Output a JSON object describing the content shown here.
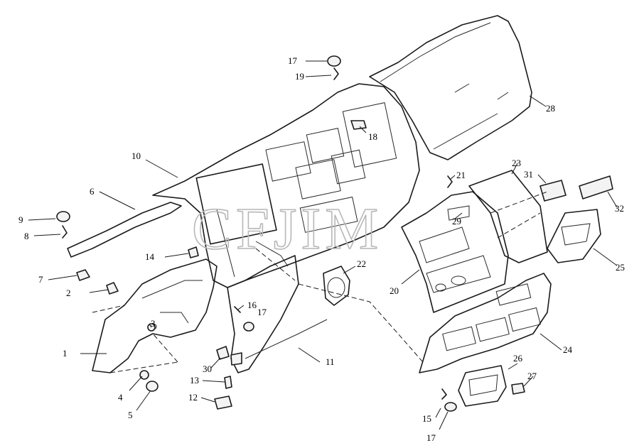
{
  "watermark": "CFJIM",
  "callouts": {
    "c1": "1",
    "c2": "2",
    "c3": "3",
    "c4": "4",
    "c5": "5",
    "c6": "6",
    "c7": "7",
    "c8": "8",
    "c9": "9",
    "c10": "10",
    "c11": "11",
    "c12": "12",
    "c13": "13",
    "c14": "14",
    "c15": "15",
    "c16": "16",
    "c17a": "17",
    "c17b": "17",
    "c17c": "17",
    "c18": "18",
    "c19": "19",
    "c20": "20",
    "c21": "21",
    "c22": "22",
    "c23": "23",
    "c24": "24",
    "c25": "25",
    "c26": "26",
    "c27": "27",
    "c28": "28",
    "c29": "29",
    "c30": "30",
    "c31": "31",
    "c32": "32"
  }
}
